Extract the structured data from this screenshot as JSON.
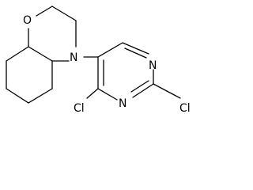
{
  "molecule": {
    "atoms": {
      "o1": "O",
      "n1": "N",
      "n3": "N",
      "n4": "N",
      "cl1": "Cl",
      "cl2": "Cl"
    }
  }
}
